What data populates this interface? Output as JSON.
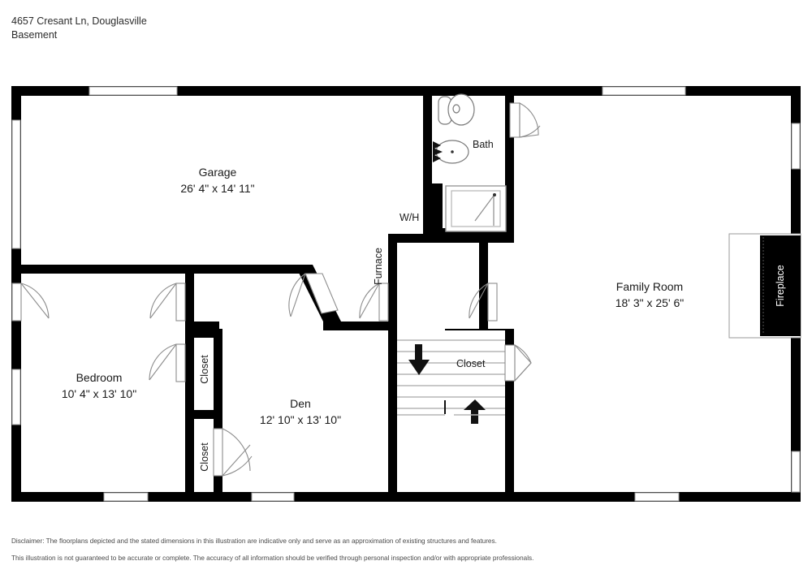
{
  "header": {
    "address": "4657 Cresant Ln, Douglasville",
    "level": "Basement"
  },
  "rooms": [
    {
      "id": "garage",
      "name": "Garage",
      "dims": "26' 4\" x 14' 11\""
    },
    {
      "id": "family-room",
      "name": "Family Room",
      "dims": "18' 3\" x 25' 6\""
    },
    {
      "id": "bedroom",
      "name": "Bedroom",
      "dims": "10' 4\" x 13' 10\""
    },
    {
      "id": "den",
      "name": "Den",
      "dims": "12' 10\" x 13' 10\""
    }
  ],
  "labels": {
    "bath": "Bath",
    "water_heater": "W/H",
    "furnace": "Furnace",
    "closet_bedroom_upper": "Closet",
    "closet_bedroom_lower": "Closet",
    "closet_stairs": "Closet",
    "fireplace": "Fireplace"
  },
  "annotations": {
    "stairs_down_arrow": "down-arrow",
    "stairs_up_arrow": "up-arrow"
  },
  "fixtures": {
    "toilet": "toilet-fixture",
    "sink": "sink-fixture",
    "shower": "shower-fixture"
  },
  "colors": {
    "wall": "#000000",
    "floor": "#ffffff",
    "fixture_outline": "#7a7a7a",
    "door_swing": "#8c8c8c",
    "stair_tread": "#b5b5b5",
    "text": "#1a1a1a",
    "disclaimer_text": "#4a4a4a",
    "fireplace_fill": "#000000",
    "fireplace_text": "#ffffff"
  },
  "footer": {
    "line1": "Disclaimer: The floorplans depicted and the stated dimensions in this illustration are indicative only and serve as an approximation of existing structures and features.",
    "line2": "This illustration is not guaranteed to be accurate or complete. The accuracy of all information should be verified through personal inspection and/or with appropriate professionals."
  }
}
